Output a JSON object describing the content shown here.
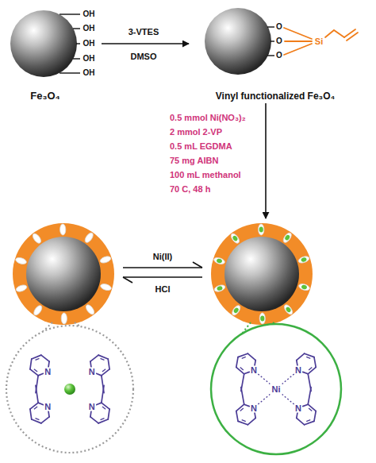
{
  "diagram": {
    "nodes": [
      {
        "text": [
          "Fe₃O₄"
        ]
      },
      {
        "text": [
          "Vinyl functionalized Fe₃O₄"
        ]
      }
    ],
    "edges": [
      {
        "from": 0,
        "to": 1,
        "arrow": "to"
      }
    ],
    "labels": [
      "OH",
      "OH",
      "OH",
      "OH",
      "OH",
      "3-VTES",
      "DMSO",
      "O",
      "O",
      "O",
      "Si",
      "0.5 mmol Ni(NO₃)₂",
      "2 mmol 2-VP",
      "0.5 mL EGDMA",
      "75 mg AIBN",
      "100 mL methanol",
      "70 C, 48 h",
      "Ni(II)",
      "HCl",
      "N",
      "N",
      "N",
      "N",
      "N",
      "N",
      "N",
      "N",
      "Ni"
    ]
  }
}
